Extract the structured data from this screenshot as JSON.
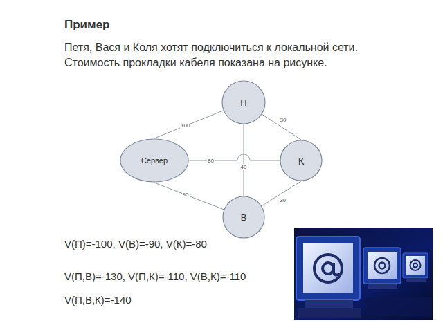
{
  "diagram": {
    "title": "Пример",
    "nodes": [
      {
        "text": [
          "П"
        ]
      },
      {
        "text": [
          "Сервер"
        ]
      },
      {
        "text": [
          "К"
        ]
      },
      {
        "text": [
          "В"
        ]
      }
    ],
    "edges": [
      {
        "from": 1,
        "to": 0,
        "label": "100",
        "arrow": "none"
      },
      {
        "from": 1,
        "to": 2,
        "label": "80",
        "arrow": "none"
      },
      {
        "from": 1,
        "to": 3,
        "label": "90",
        "arrow": "none"
      },
      {
        "from": 0,
        "to": 3,
        "label": "40",
        "arrow": "none"
      },
      {
        "from": 0,
        "to": 2,
        "label": "30",
        "arrow": "none"
      },
      {
        "from": 3,
        "to": 2,
        "label": "30",
        "arrow": "none"
      }
    ],
    "labels": [
      "Петя, Вася и Коля хотят подключиться к локальной сети. Стоимость прокладки кабеля показана на рисунке.",
      "V(П)=-100, V(В)=-90, V(К)=-80",
      "V(П,В)=-130, V(П,К)=-110, V(В,К)=-110",
      "V(П,В,К)=-140"
    ]
  }
}
